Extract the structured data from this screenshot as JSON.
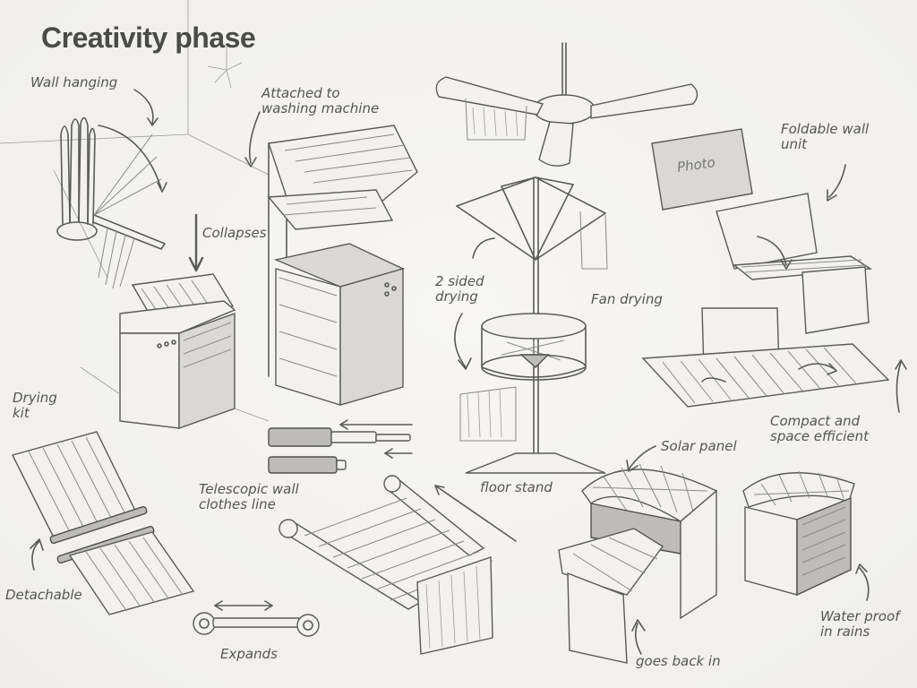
{
  "page": {
    "title": "Creativity phase"
  },
  "annotations": {
    "wall_hanging": "Wall hanging",
    "attached_washing_machine": "Attached to\nwashing machine",
    "collapses": "Collapses",
    "two_sided_drying": "2 sided\ndrying",
    "fan_drying": "Fan drying",
    "foldable_wall_unit": "Foldable wall\nunit",
    "photo": "Photo",
    "drying_kit": "Drying\nkit",
    "detachable": "Detachable",
    "telescopic_wall_line": "Telescopic wall\nclothes line",
    "expands": "Expands",
    "floor_stand": "floor stand",
    "solar_panel": "Solar panel",
    "compact_space_efficient": "Compact and\nspace efficient",
    "water_proof": "Water proof\nin rains",
    "goes_back_in": "goes back in"
  },
  "colors": {
    "title": "#4a4a4a",
    "pencil": "#5a5a5a",
    "paper": "#f4f3f0"
  }
}
